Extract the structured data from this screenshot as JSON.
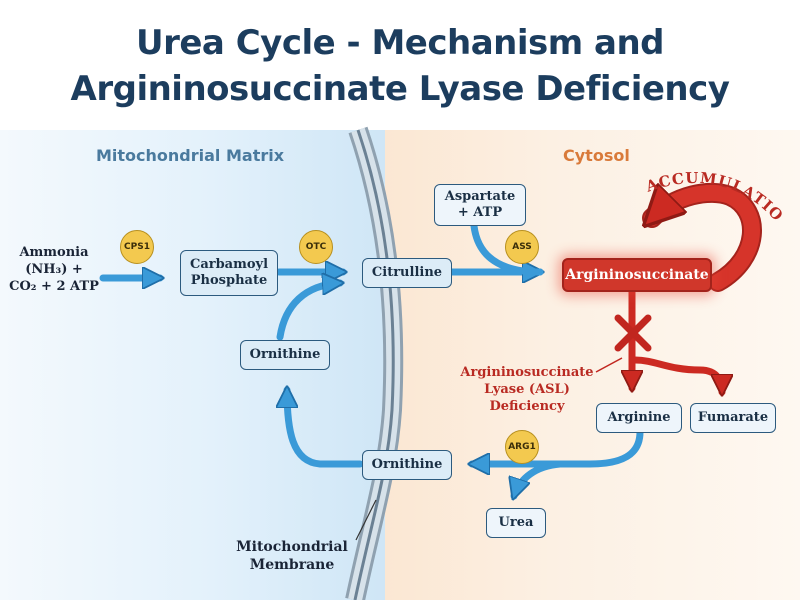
{
  "title": {
    "line1": "Urea Cycle - Mechanism and",
    "line2": "Argininosuccinate Lyase Deficiency"
  },
  "regions": {
    "mitochondrial_matrix": "Mitochondrial Matrix",
    "cytosol": "Cytosol",
    "membrane_line1": "Mitochondrial",
    "membrane_line2": "Membrane"
  },
  "inputs": {
    "line1": "Ammonia",
    "line2": "(NH₃) +",
    "line3": "CO₂ + 2 ATP"
  },
  "molecules": {
    "carbamoyl_phosphate_line1": "Carbamoyl",
    "carbamoyl_phosphate_line2": "Phosphate",
    "citrulline": "Citrulline",
    "ornithine_matrix": "Ornithine",
    "ornithine_membrane": "Ornithine",
    "aspartate_line1": "Aspartate",
    "aspartate_line2": "+ ATP",
    "argininosuccinate": "Argininosuccinate",
    "arginine": "Arginine",
    "fumarate": "Fumarate",
    "urea": "Urea"
  },
  "enzymes": {
    "cps1": "CPS1",
    "otc": "OTC",
    "ass": "ASS",
    "arg1": "ARG1"
  },
  "annotations": {
    "accumulation": "ACCUMULATION",
    "deficiency_line1": "Argininosuccinate",
    "deficiency_line2": "Lyase (ASL)",
    "deficiency_line3": "Deficiency"
  },
  "colors": {
    "title": "#1c3d5e",
    "mito_label": "#4a7a9e",
    "cytosol_label": "#d97a3a",
    "arrow_blue": "#3a9ad8",
    "arrow_red": "#cc2a22",
    "enzyme_fill": "#f3c94f"
  }
}
